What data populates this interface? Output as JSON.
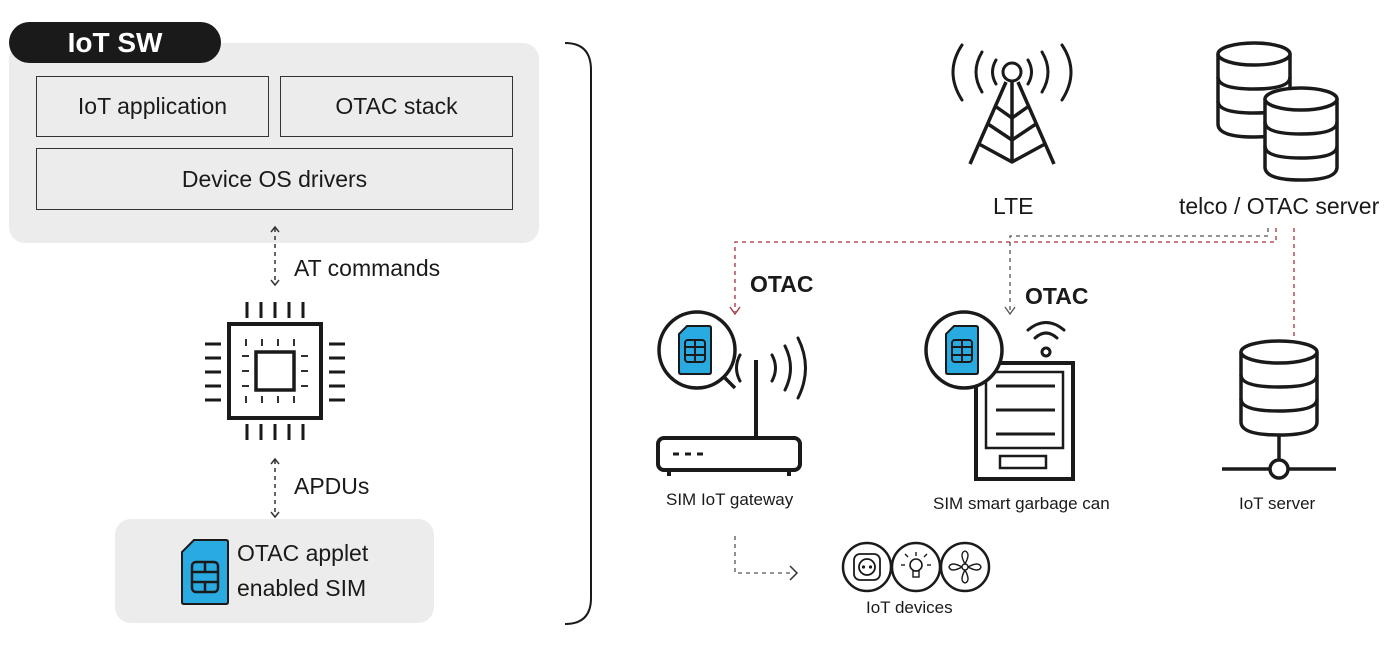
{
  "left": {
    "iot_sw_title": "IoT SW",
    "iot_application": "IoT application",
    "otac_stack": "OTAC stack",
    "device_os_drivers": "Device OS drivers",
    "at_commands": "AT commands",
    "apdus": "APDUs",
    "sim_line1": "OTAC applet",
    "sim_line2": "enabled SIM"
  },
  "right": {
    "lte": "LTE",
    "telco_server": "telco / OTAC server",
    "otac_label_1": "OTAC",
    "otac_label_2": "OTAC",
    "sim_iot_gateway": "SIM IoT gateway",
    "sim_smart_garbage_can": "SIM smart garbage can",
    "iot_server": "IoT server",
    "iot_devices": "IoT devices"
  },
  "colors": {
    "sim_blue": "#29abe2",
    "dashed_red": "#a0303a",
    "panel_gray": "#ececec",
    "ink": "#1a1a1a"
  },
  "icons": [
    "chip-icon",
    "sim-card-icon",
    "cell-tower-icon",
    "database-icon",
    "router-icon",
    "garbage-can-icon",
    "wifi-icon",
    "plug-icon",
    "bulb-icon",
    "fan-icon"
  ]
}
